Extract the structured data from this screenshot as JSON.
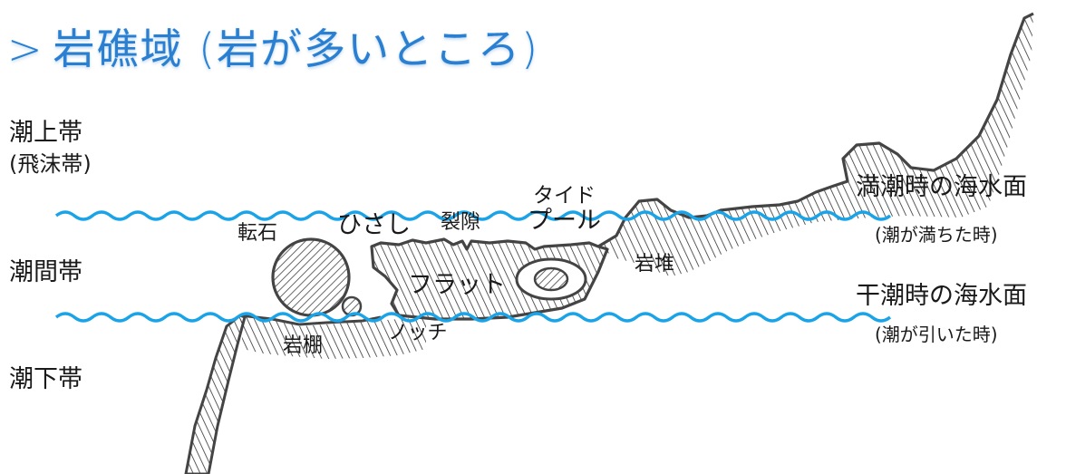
{
  "title": {
    "prefix": ">",
    "text": "岩礁域 (岩が多いところ)"
  },
  "zones": {
    "supratidal": {
      "label": "潮上帯",
      "sub": "(飛沫帯)"
    },
    "intertidal": {
      "label": "潮間帯"
    },
    "subtidal": {
      "label": "潮下帯"
    }
  },
  "tide_lines": {
    "high": {
      "label": "満潮時の海水面",
      "sub": "(潮が満ちた時)"
    },
    "low": {
      "label": "干潮時の海水面",
      "sub": "(潮が引いた時)"
    }
  },
  "features": {
    "boulder": "転石",
    "overhang": "ひさし",
    "crevice": "裂隙",
    "tidepool_line1": "タイド",
    "tidepool_line2": "プール",
    "flat": "フラット",
    "rock_mound": "岩堆",
    "rock_shelf": "岩棚",
    "notch": "ノッチ"
  },
  "colors": {
    "water": "#1aa3e6",
    "title": "#2b7fd0",
    "rock": "#444444"
  }
}
